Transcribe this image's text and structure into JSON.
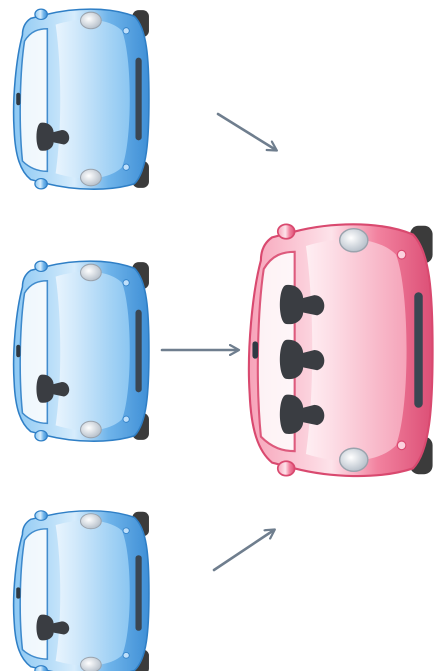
{
  "diagram": {
    "sources": [
      {
        "id": "car-1",
        "kind": "single-occupancy car",
        "passengers": 1,
        "color": "blue"
      },
      {
        "id": "car-2",
        "kind": "single-occupancy car",
        "passengers": 1,
        "color": "blue"
      },
      {
        "id": "car-3",
        "kind": "single-occupancy car",
        "passengers": 1,
        "color": "blue"
      }
    ],
    "target": {
      "id": "carpool-car",
      "kind": "shared car",
      "passengers": 3,
      "color": "pink"
    },
    "arrows": 3
  },
  "colors": {
    "blue_body": "#5aa7e3",
    "blue_light": "#bfe0fb",
    "blue_dark": "#2f7fc6",
    "pink_body": "#ef6f8f",
    "pink_light": "#fcd2de",
    "pink_dark": "#d9496f",
    "passenger": "#3a3d42",
    "arrow": "#6f7e8e",
    "tire": "#3b3b3b"
  },
  "icons": [
    "car-icon",
    "person-icon",
    "arrow-icon"
  ]
}
